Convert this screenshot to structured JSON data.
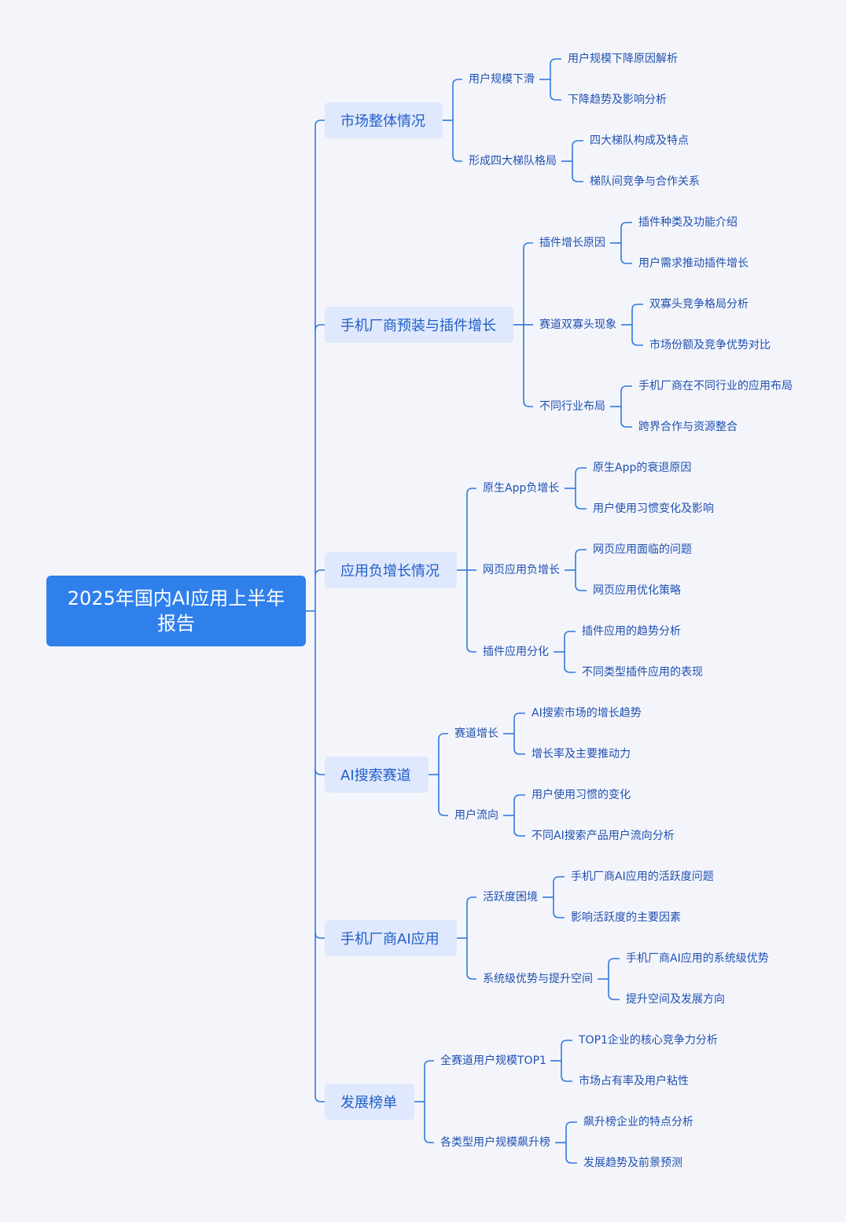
{
  "root": "2025年国内AI应用上半年报告",
  "colors": {
    "line": "#2f7ae0",
    "root_bg": "#2f80ea",
    "branch_bg": "#dfe8fc",
    "background": "#f4f5fb"
  },
  "branches": [
    {
      "label": "市场整体情况",
      "children": [
        {
          "label": "用户规模下滑",
          "children": [
            "用户规模下降原因解析",
            "下降趋势及影响分析"
          ]
        },
        {
          "label": "形成四大梯队格局",
          "children": [
            "四大梯队构成及特点",
            "梯队间竞争与合作关系"
          ]
        }
      ]
    },
    {
      "label": "手机厂商预装与插件增长",
      "children": [
        {
          "label": "插件增长原因",
          "children": [
            "插件种类及功能介绍",
            "用户需求推动插件增长"
          ]
        },
        {
          "label": "赛道双寡头现象",
          "children": [
            "双寡头竞争格局分析",
            "市场份额及竞争优势对比"
          ]
        },
        {
          "label": "不同行业布局",
          "children": [
            "手机厂商在不同行业的应用布局",
            "跨界合作与资源整合"
          ]
        }
      ]
    },
    {
      "label": "应用负增长情况",
      "children": [
        {
          "label": "原生App负增长",
          "children": [
            "原生App的衰退原因",
            "用户使用习惯变化及影响"
          ]
        },
        {
          "label": "网页应用负增长",
          "children": [
            "网页应用面临的问题",
            "网页应用优化策略"
          ]
        },
        {
          "label": "插件应用分化",
          "children": [
            "插件应用的趋势分析",
            "不同类型插件应用的表现"
          ]
        }
      ]
    },
    {
      "label": "AI搜索赛道",
      "children": [
        {
          "label": "赛道增长",
          "children": [
            "AI搜索市场的增长趋势",
            "增长率及主要推动力"
          ]
        },
        {
          "label": "用户流向",
          "children": [
            "用户使用习惯的变化",
            "不同AI搜索产品用户流向分析"
          ]
        }
      ]
    },
    {
      "label": "手机厂商AI应用",
      "children": [
        {
          "label": "活跃度困境",
          "children": [
            "手机厂商AI应用的活跃度问题",
            "影响活跃度的主要因素"
          ]
        },
        {
          "label": "系统级优势与提升空间",
          "children": [
            "手机厂商AI应用的系统级优势",
            "提升空间及发展方向"
          ]
        }
      ]
    },
    {
      "label": "发展榜单",
      "children": [
        {
          "label": "全赛道用户规模TOP1",
          "children": [
            "TOP1企业的核心竞争力分析",
            "市场占有率及用户粘性"
          ]
        },
        {
          "label": "各类型用户规模飙升榜",
          "children": [
            "飙升榜企业的特点分析",
            "发展趋势及前景预测"
          ]
        }
      ]
    }
  ]
}
